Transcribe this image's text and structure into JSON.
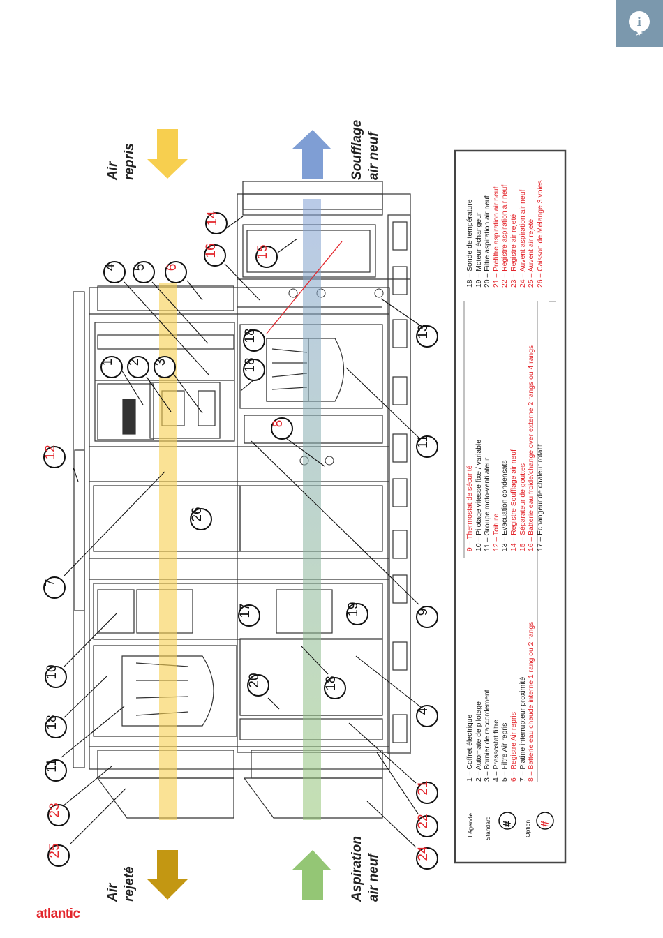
{
  "brand": {
    "logo_text": "atlantic",
    "accent": "#e3262c",
    "info_tab_color": "#7b98ad"
  },
  "info_icon": "info-icon",
  "flows": {
    "air_repris": [
      "Air",
      "repris"
    ],
    "soufflage": [
      "Soufflage",
      "air neuf"
    ],
    "air_rejete": [
      "Air",
      "rejeté"
    ],
    "aspiration": [
      "Aspiration",
      "air neuf"
    ]
  },
  "colors": {
    "yellow": "#f7cf4f",
    "gold": "#c39712",
    "blue": "#7f9ed4",
    "green": "#94c675",
    "red": "#e3262c"
  },
  "legend": {
    "title": "Légende",
    "standard_label": "Standard",
    "option_label": "Option",
    "standard_symbol": "#",
    "option_symbol": "#",
    "col1": [
      {
        "text": "1 – Coffret électrique",
        "option": false
      },
      {
        "text": "2 – Automate de pilotage",
        "option": false
      },
      {
        "text": "3 – Bornier de raccordement",
        "option": false
      },
      {
        "text": "4 – Pressostat filtre",
        "option": false
      },
      {
        "text": "5 – Filtre Air repris",
        "option": false
      },
      {
        "text": "6 – Registre Air repris",
        "option": true
      },
      {
        "text": "7 – Platine interrupteur proximité",
        "option": false
      },
      {
        "text": "8 – Batterie eau chaude interne 1 rang ou 2 rangs",
        "option": true
      }
    ],
    "col2": [
      {
        "text": "9 – Thermostat de sécurité",
        "option": true
      },
      {
        "text": "10 – Pilotage vitesse fixe / variable",
        "option": false
      },
      {
        "text": "11 – Groupe moto-ventilateur",
        "option": false
      },
      {
        "text": "12 – Toiture",
        "option": true
      },
      {
        "text": "13 – Evacuation condensats",
        "option": false
      },
      {
        "text": "14 – Registre Soufflage air neuf",
        "option": true
      },
      {
        "text": "15 – Séparateur de gouttes",
        "option": true
      },
      {
        "text": "16 – Batterie eau froide/change over externe 2 rangs ou 4 rangs",
        "option": true
      },
      {
        "text": "17 – Echangeur de chaleur rotatif",
        "option": false
      }
    ],
    "col3": [
      {
        "text": "18 – Sonde de température",
        "option": false
      },
      {
        "text": "19 – Moteur échangeur",
        "option": false
      },
      {
        "text": "20 – Filtre aspiration air neuf",
        "option": false
      },
      {
        "text": "21 – Préfiltre aspiration air neuf",
        "option": true
      },
      {
        "text": "22 – Registre aspiration air neuf",
        "option": true
      },
      {
        "text": "23 – Registre air rejeté",
        "option": true
      },
      {
        "text": "24 – Auvent aspiration air neuf",
        "option": true
      },
      {
        "text": "25 – Auvent air rejeté",
        "option": true
      },
      {
        "text": "26 – Caisson de Mélange 3 voies",
        "option": true
      }
    ]
  },
  "callouts": [
    {
      "num": "1",
      "option": false
    },
    {
      "num": "2",
      "option": false
    },
    {
      "num": "3",
      "option": false
    },
    {
      "num": "4",
      "option": false
    },
    {
      "num": "5",
      "option": false
    },
    {
      "num": "6",
      "option": true
    },
    {
      "num": "7",
      "option": false
    },
    {
      "num": "8",
      "option": true
    },
    {
      "num": "9",
      "option": false
    },
    {
      "num": "10",
      "option": false
    },
    {
      "num": "11",
      "option": false
    },
    {
      "num": "11",
      "option": false
    },
    {
      "num": "12",
      "option": true
    },
    {
      "num": "13",
      "option": false
    },
    {
      "num": "14",
      "option": true
    },
    {
      "num": "15",
      "option": true
    },
    {
      "num": "16",
      "option": true
    },
    {
      "num": "17",
      "option": false
    },
    {
      "num": "18",
      "option": false
    },
    {
      "num": "18",
      "option": false
    },
    {
      "num": "18",
      "option": false
    },
    {
      "num": "18",
      "option": false
    },
    {
      "num": "19",
      "option": false
    },
    {
      "num": "20",
      "option": false
    },
    {
      "num": "21",
      "option": true
    },
    {
      "num": "22",
      "option": true
    },
    {
      "num": "23",
      "option": true
    },
    {
      "num": "24",
      "option": true
    },
    {
      "num": "25",
      "option": true
    },
    {
      "num": "26",
      "option": false
    },
    {
      "num": "4",
      "option": false
    }
  ]
}
